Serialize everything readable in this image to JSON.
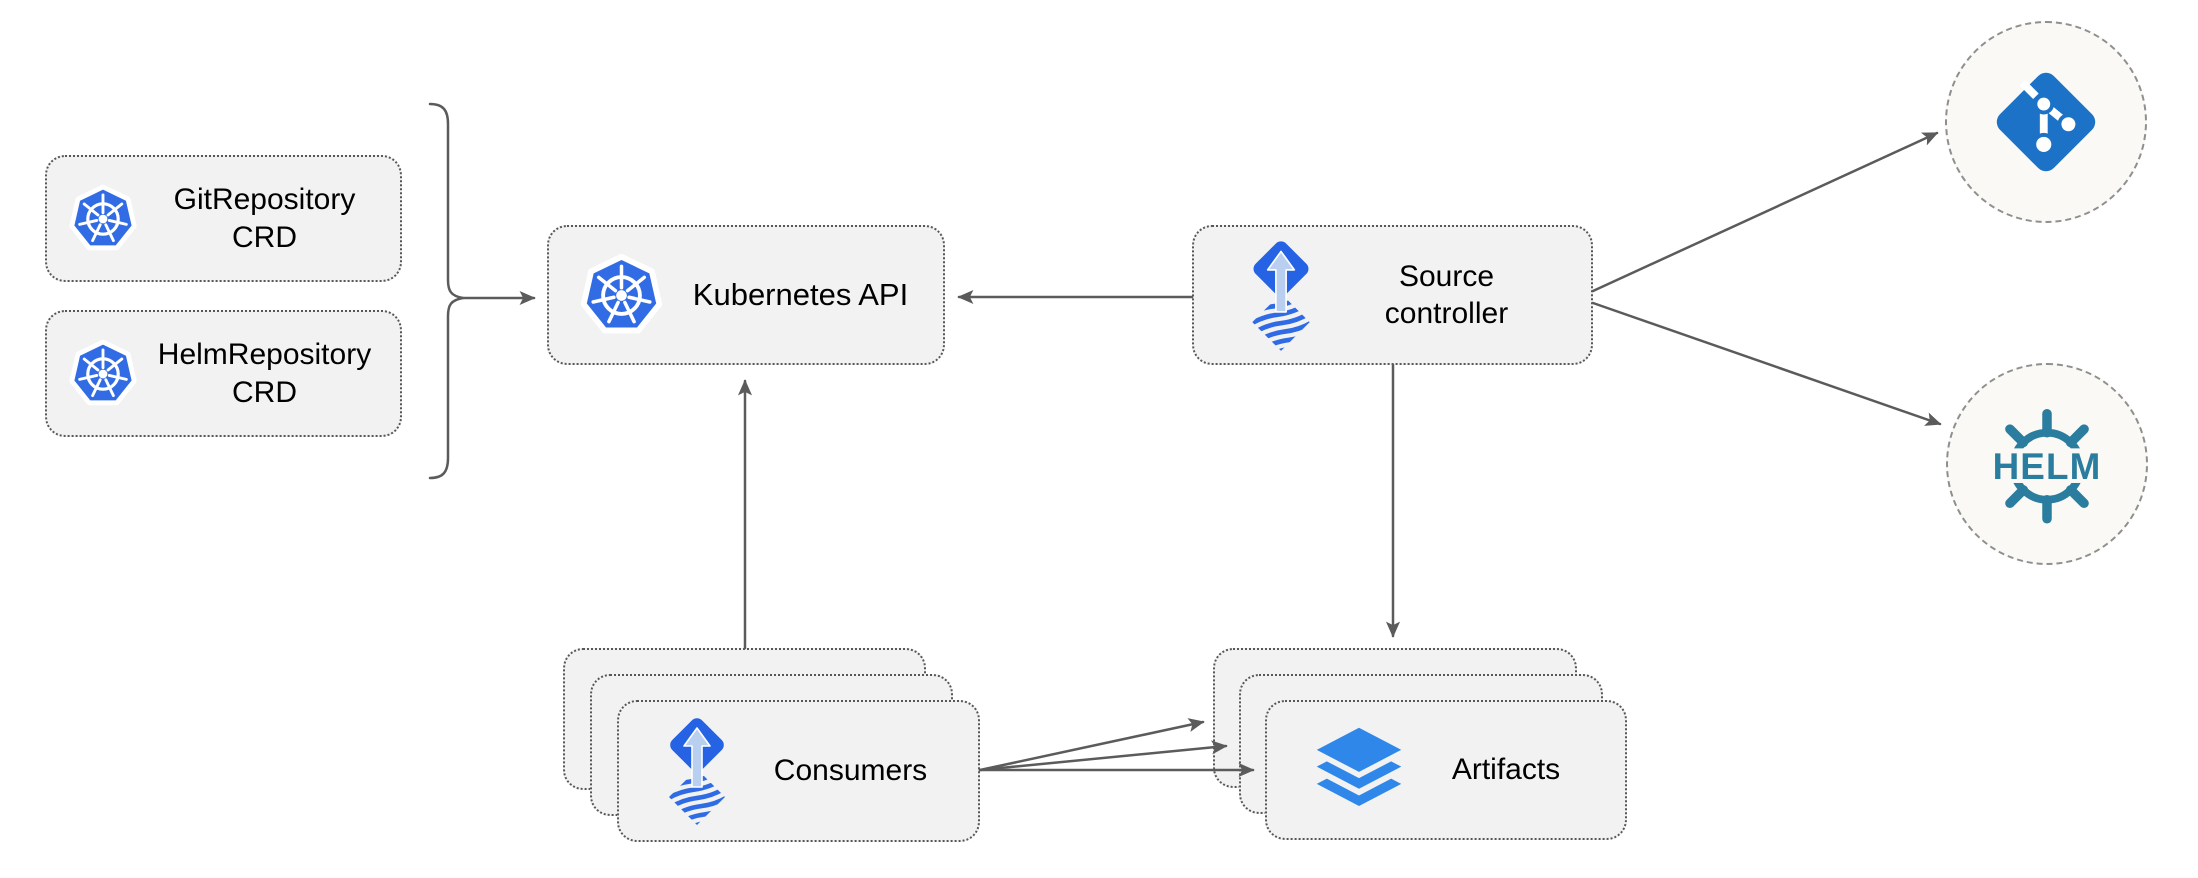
{
  "nodes": {
    "git_repository_crd": {
      "label": "GitRepository CRD",
      "icon": "kubernetes-icon"
    },
    "helm_repository_crd": {
      "label": "HelmRepository CRD",
      "icon": "kubernetes-icon"
    },
    "kubernetes_api": {
      "label": "Kubernetes API",
      "icon": "kubernetes-icon"
    },
    "source_controller": {
      "label": "Source controller",
      "icon": "flux-icon"
    },
    "consumers": {
      "label": "Consumers",
      "icon": "flux-icon",
      "stacked": true
    },
    "artifacts": {
      "label": "Artifacts",
      "icon": "layers-icon",
      "stacked": true
    },
    "git_endpoint": {
      "label": "",
      "icon": "git-icon"
    },
    "helm_endpoint": {
      "label": "HELM",
      "icon": "helm-icon"
    }
  },
  "edges": [
    {
      "from": "git_repository_crd",
      "to": "kubernetes_api",
      "via": "bracket",
      "arrow": true
    },
    {
      "from": "helm_repository_crd",
      "to": "kubernetes_api",
      "via": "bracket",
      "arrow": true
    },
    {
      "from": "source_controller",
      "to": "kubernetes_api",
      "arrow": true
    },
    {
      "from": "consumers",
      "to": "kubernetes_api",
      "arrow": true
    },
    {
      "from": "source_controller",
      "to": "git_endpoint",
      "arrow": true
    },
    {
      "from": "source_controller",
      "to": "helm_endpoint",
      "arrow": true
    },
    {
      "from": "source_controller",
      "to": "artifacts",
      "arrow": true
    },
    {
      "from": "consumers",
      "to": "artifacts",
      "arrow": true,
      "count": 3
    }
  ],
  "colors": {
    "kubernetes_blue": "#326CE5",
    "flux_blue": "#2563E4",
    "flux_light_blue": "#B9CFEF",
    "flux_wave_blue": "#2E6BE5",
    "git_blue": "#1B72C6",
    "helm_teal": "#2A7D9E",
    "layers_blue": "#2E87E9",
    "box_fill": "#F2F2F2",
    "circle_fill": "#FAF9F5",
    "connector_gray": "#5B5B5B"
  }
}
